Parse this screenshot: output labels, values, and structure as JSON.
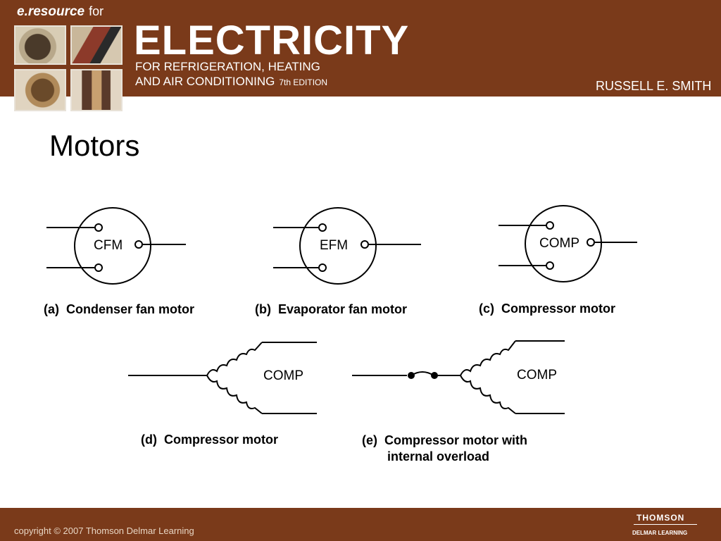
{
  "header": {
    "brand": "e.resource",
    "brand_suffix": "for",
    "title": "ELECTRICITY",
    "subtitle_line1": "FOR REFRIGERATION, HEATING",
    "subtitle_line2": "AND AIR CONDITIONING",
    "edition": "7th EDITION",
    "author": "RUSSELL E. SMITH"
  },
  "slide": {
    "title": "Motors"
  },
  "figures": [
    {
      "symbol_label": "CFM",
      "caption": "(a)  Condenser fan motor"
    },
    {
      "symbol_label": "EFM",
      "caption": "(b)  Evaporator fan motor"
    },
    {
      "symbol_label": "COMP",
      "caption": "(c)  Compressor motor"
    },
    {
      "symbol_label": "COMP",
      "caption": "(d)  Compressor motor"
    },
    {
      "symbol_label": "COMP",
      "caption_line1": "(e)  Compressor motor with",
      "caption_line2": "internal overload"
    }
  ],
  "footer": {
    "copyright": "copyright © 2007 Thomson Delmar Learning",
    "publisher": "THOMSON",
    "publisher_sub": "DELMAR LEARNING"
  },
  "colors": {
    "banner": "#7a3a1a",
    "text_light": "#ffffff",
    "diagram_ink": "#000000"
  }
}
